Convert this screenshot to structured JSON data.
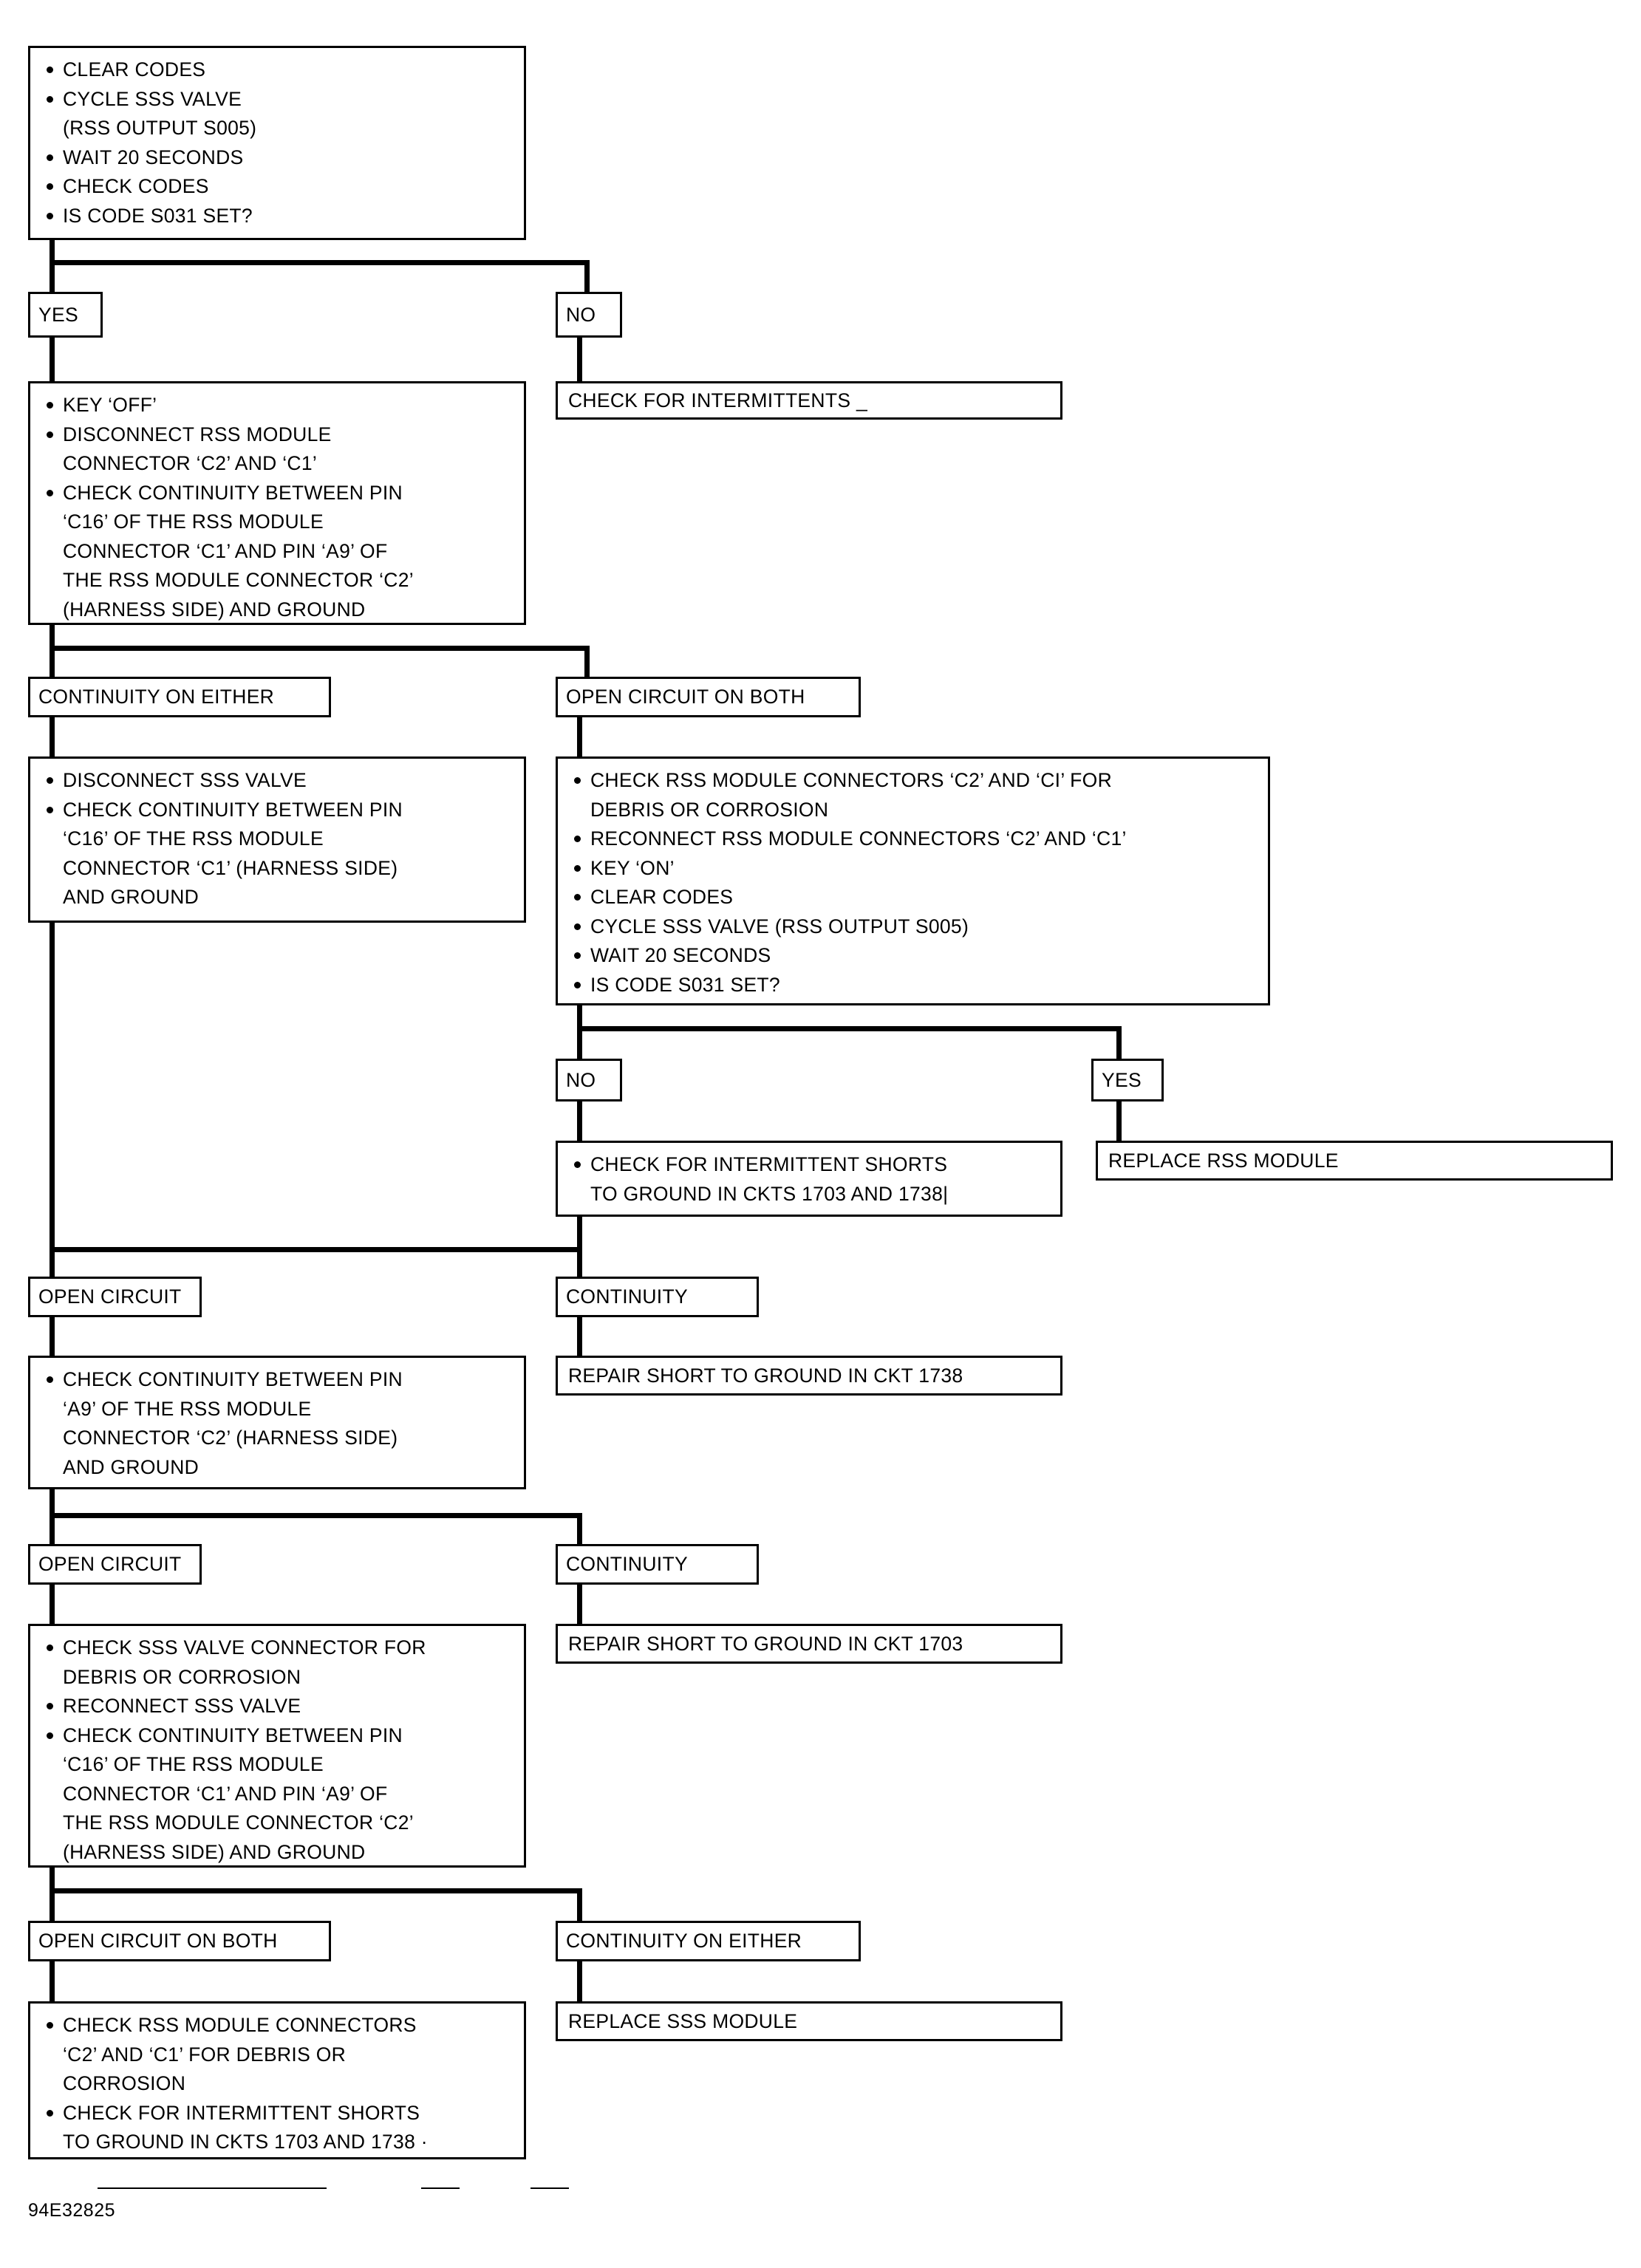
{
  "figure": {
    "id": "94E32825",
    "type": "diagnostic-flowchart",
    "subject": "RSS / SSS valve circuit code S031 diagnosis"
  },
  "nodes": {
    "n1_initial_test": {
      "name": "initial-test-box",
      "items": [
        "CLEAR CODES",
        "CYCLE SSS VALVE\n(RSS OUTPUT S005)",
        "WAIT 20 SECONDS",
        "CHECK CODES",
        "IS CODE S031 SET?"
      ]
    },
    "n1_yes": {
      "name": "branch-yes",
      "label": "YES"
    },
    "n1_no": {
      "name": "branch-no",
      "label": "NO"
    },
    "n2_check_intermittents": {
      "name": "check-intermittents-box",
      "label": "CHECK FOR INTERMITTENTS  _"
    },
    "n3_key_off": {
      "name": "key-off-continuity-box",
      "items": [
        "KEY ‘OFF’",
        "DISCONNECT RSS MODULE\nCONNECTOR ‘C2’ AND ‘C1’",
        "CHECK CONTINUITY BETWEEN PIN\n‘C16’ OF THE RSS MODULE\nCONNECTOR ‘C1’ AND PIN ‘A9’ OF\nTHE RSS MODULE CONNECTOR ‘C2’\n(HARNESS SIDE) AND GROUND"
      ]
    },
    "n3_cont_either": {
      "name": "branch-continuity-on-either-1",
      "label": "CONTINUITY ON EITHER"
    },
    "n3_open_both": {
      "name": "branch-open-circuit-on-both-1",
      "label": "OPEN CIRCUIT ON BOTH"
    },
    "n4_disconnect_sss": {
      "name": "disconnect-sss-valve-box",
      "items": [
        "DISCONNECT SSS VALVE",
        "CHECK CONTINUITY BETWEEN PIN\n‘C16’ OF THE RSS MODULE\nCONNECTOR ‘C1’ (HARNESS SIDE)\nAND GROUND"
      ]
    },
    "n5_check_connectors": {
      "name": "check-rss-connectors-box",
      "items": [
        "CHECK RSS MODULE CONNECTORS ‘C2’ AND ‘CI’ FOR\nDEBRIS OR CORROSION",
        "RECONNECT RSS MODULE CONNECTORS ‘C2’ AND ‘C1’",
        "KEY ‘ON’",
        "CLEAR CODES",
        "CYCLE SSS VALVE (RSS OUTPUT S005)",
        "WAIT 20 SECONDS",
        "IS CODE S031 SET?"
      ]
    },
    "n5_no": {
      "name": "branch-no-2",
      "label": "NO"
    },
    "n5_yes": {
      "name": "branch-yes-2",
      "label": "YES"
    },
    "n6_intermittent_shorts": {
      "name": "check-intermittent-shorts-box",
      "items": [
        "CHECK FOR INTERMITTENT SHORTS\nTO GROUND IN CKTS 1703 AND 1738|"
      ]
    },
    "n6_replace_rss": {
      "name": "replace-rss-module-box",
      "label": "REPLACE RSS MODULE"
    },
    "n7_open": {
      "name": "branch-open-circuit-1",
      "label": "OPEN CIRCUIT"
    },
    "n7_cont": {
      "name": "branch-continuity-1",
      "label": "CONTINUITY"
    },
    "n8_check_a9": {
      "name": "check-pin-a9-box",
      "items": [
        "CHECK CONTINUITY BETWEEN PIN\n‘A9’ OF THE RSS MODULE\nCONNECTOR ‘C2’ (HARNESS SIDE)\nAND GROUND"
      ]
    },
    "n8_repair_1738": {
      "name": "repair-short-ckt-1738-box",
      "label": "REPAIR SHORT TO GROUND IN  CKT 1738"
    },
    "n9_open": {
      "name": "branch-open-circuit-2",
      "label": "OPEN CIRCUIT"
    },
    "n9_cont": {
      "name": "branch-continuity-2",
      "label": "CONTINUITY"
    },
    "n10_check_sss_conn": {
      "name": "check-sss-valve-connector-box",
      "items": [
        "CHECK SSS VALVE CONNECTOR FOR\nDEBRIS OR CORROSION",
        "RECONNECT SSS VALVE",
        "CHECK CONTINUITY BETWEEN PIN\n‘C16’ OF THE RSS MODULE\nCONNECTOR ‘C1’ AND PIN ‘A9’ OF\nTHE RSS MODULE CONNECTOR ‘C2’\n(HARNESS SIDE) AND GROUND"
      ]
    },
    "n10_repair_1703": {
      "name": "repair-short-ckt-1703-box",
      "label": "REPAIR SHORT TO GROUND IN CKT 1703"
    },
    "n11_open_both": {
      "name": "branch-open-circuit-on-both-2",
      "label": "OPEN CIRCUIT ON BOTH"
    },
    "n11_cont_either": {
      "name": "branch-continuity-on-either-2",
      "label": "CONTINUITY ON EITHER"
    },
    "n12_final_check": {
      "name": "final-check-connectors-box",
      "items": [
        "CHECK RSS MODULE CONNECTORS\n‘C2’ AND ‘C1’ FOR DEBRIS OR\nCORROSION",
        "CHECK FOR INTERMITTENT SHORTS\nTO GROUND IN CKTS 1703 AND 1738  ·"
      ]
    },
    "n12_replace_sss": {
      "name": "replace-sss-module-box",
      "label": "REPLACE SSS MODULE"
    }
  },
  "colors": {
    "line": "#000000",
    "background": "#ffffff"
  }
}
